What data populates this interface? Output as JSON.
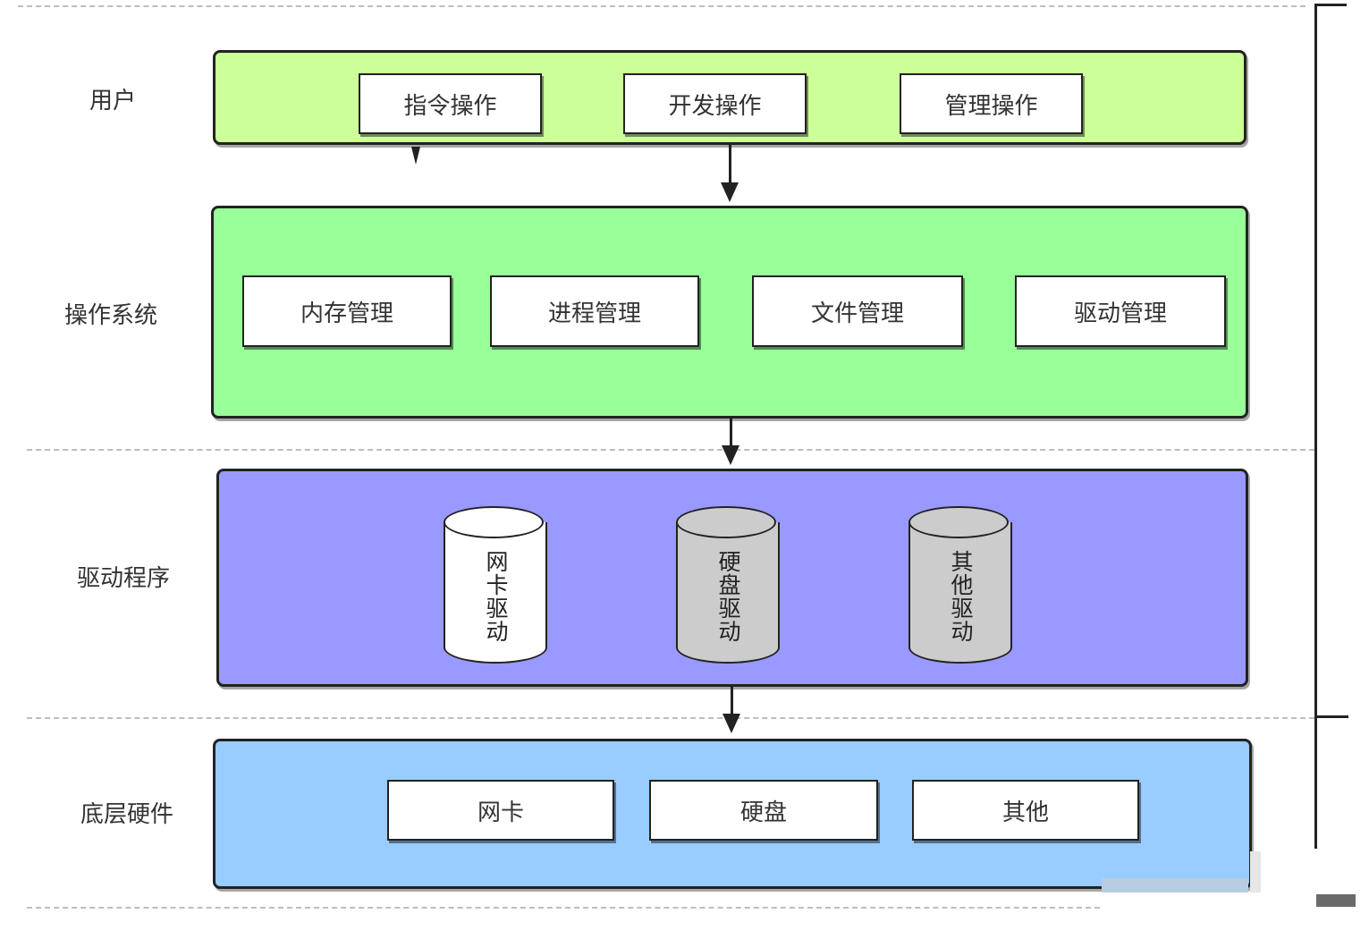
{
  "colors": {
    "user_layer": "#ccff99",
    "os_layer": "#99ff99",
    "driver_layer": "#9999ff",
    "hardware_layer": "#99ccff",
    "cylinder_white": "#ffffff",
    "cylinder_gray": "#cccccc"
  },
  "layers": {
    "user": {
      "label": "用户",
      "items": [
        "指令操作",
        "开发操作",
        "管理操作"
      ]
    },
    "os": {
      "label": "操作系统",
      "items": [
        "内存管理",
        "进程管理",
        "文件管理",
        "驱动管理"
      ]
    },
    "drivers": {
      "label": "驱动程序",
      "items": [
        "网卡驱动",
        "硬盘驱动",
        "其他驱动"
      ]
    },
    "hardware": {
      "label": "底层硬件",
      "items": [
        "网卡",
        "硬盘",
        "其他"
      ]
    }
  }
}
